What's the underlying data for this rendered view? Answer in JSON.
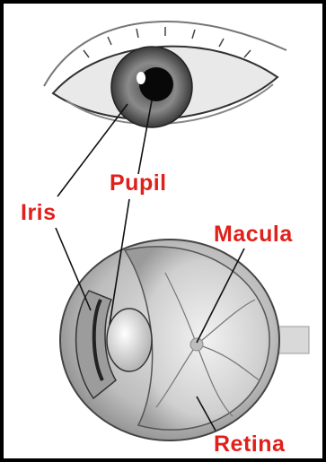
{
  "labels": {
    "pupil": "Pupil",
    "iris": "Iris",
    "macula": "Macula",
    "retina": "Retina"
  },
  "colors": {
    "label": "#e0201b",
    "leader_line": "#111111",
    "frame": "#000000"
  }
}
